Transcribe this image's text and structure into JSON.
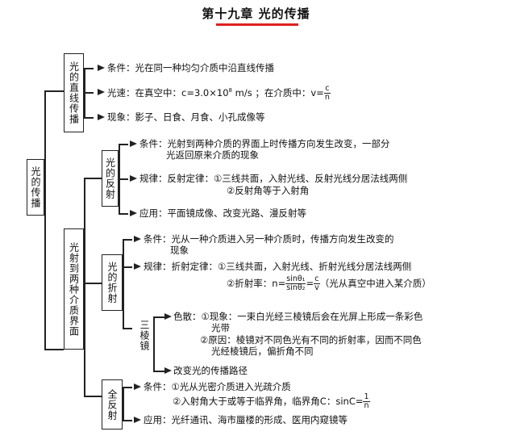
{
  "title": "第十九章 光的传播",
  "root": "光的传播",
  "b1": {
    "label": "光的直线传播",
    "cond": "条件：光在同一种均匀介质中沿直线传播",
    "speed_pre": "光速：在真空中：c=3.0×10",
    "speed_exp": "8",
    "speed_mid": " m/s ；在介质中：v=",
    "speed_num": "c",
    "speed_den": "n",
    "phen": "现象：影子、日食、月食、小孔成像等"
  },
  "b2": {
    "label": "光射到两种介质界面",
    "reflect": {
      "label": "光的反射",
      "cond1": "条件：光射到两种介质的界面上时传播方向发生改变，一部分",
      "cond2": "光返回原来介质的现象",
      "law1": "规律：反射定律：①三线共面，入射光线、反射光线分居法线两侧",
      "law2": "②反射角等于入射角",
      "app": "应用：平面镜成像、改变光路、漫反射等"
    },
    "refract": {
      "label": "光的折射",
      "cond1": "条件：光从一种介质进入另一种介质时，传播方向发生改变的",
      "cond2": "现象",
      "law1": "规律：折射定律：①三线共面，入射光线、折射光线分居法线两侧",
      "law2_pre": "②折射率：n=",
      "law2_num": "sinθ₁",
      "law2_den": "sinθ₂",
      "law2_eq": "=",
      "law2_num2": "c",
      "law2_den2": "v",
      "law2_post": "（光从真空中进入某介质）"
    },
    "prism": {
      "label": "三棱镜",
      "disp1": "色散：①现象：一束白光经三棱镜后会在光屏上形成一条彩色",
      "disp2": "光带",
      "disp3": "②原因：棱镜对不同色光有不同的折射率，因而不同色",
      "disp4": "光经棱镜后，偏折角不同",
      "change": "改变光的传播路径"
    },
    "total": {
      "label": "全反射",
      "cond1": "条件：①光从光密介质进入光疏介质",
      "cond2_pre": "②入射角大于或等于临界角，临界角C：sinC=",
      "cond2_num": "1",
      "cond2_den": "n",
      "app": "应用：光纤通讯、海市蜃楼的形成、医用内窥镜等"
    }
  }
}
